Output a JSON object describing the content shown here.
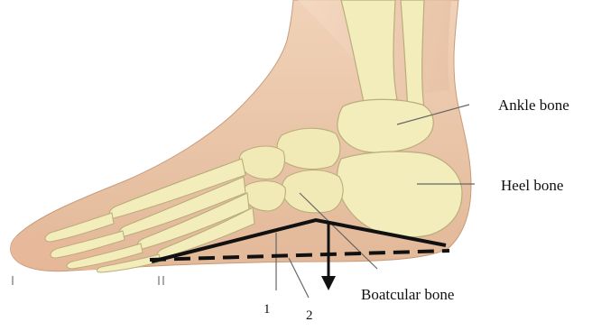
{
  "labels": {
    "ankle_bone": "Ankle bone",
    "heel_bone": "Heel bone",
    "boatcular_bone": "Boatcular bone",
    "line_1": "1",
    "line_2": "2"
  },
  "colors": {
    "skin": "#ecc6a8",
    "skin_shadow": "#d9a988",
    "bone": "#f3edbc",
    "bone_outline": "#b9ad7a",
    "line": "#111111",
    "leader": "#666666"
  },
  "legend_meaning": {
    "solid_line": "1",
    "dashed_line": "2"
  }
}
